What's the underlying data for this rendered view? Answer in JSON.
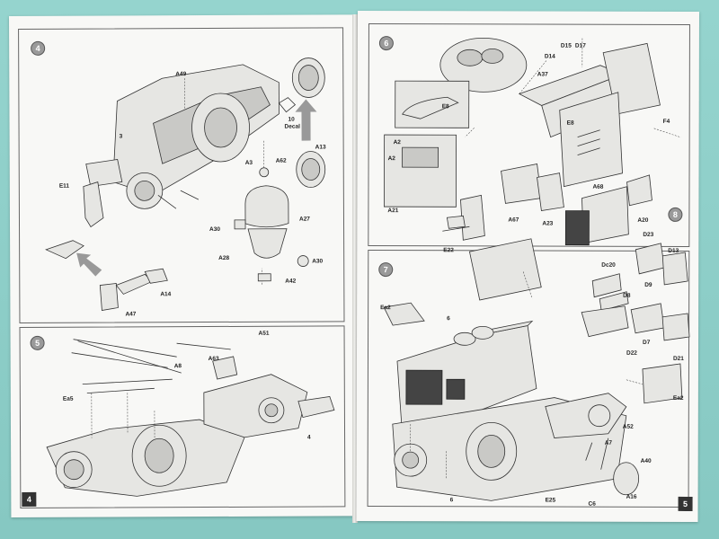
{
  "left_page": {
    "page_number": "4",
    "step_a": {
      "number": "4",
      "callouts": {
        "A49": "A49",
        "c3": "3",
        "c10": "10",
        "decal": "Decal",
        "A13": "A13",
        "E11": "E11",
        "A3": "A3",
        "A62": "A62",
        "A27": "A27",
        "A30a": "A30",
        "A28": "A28",
        "A30b": "A30",
        "A42": "A42",
        "A14": "A14",
        "A47": "A47"
      }
    },
    "step_b": {
      "number": "5",
      "callouts": {
        "A8": "A8",
        "A51": "A51",
        "A63": "A63",
        "Ea5": "Ea5",
        "c4": "4"
      }
    }
  },
  "right_page": {
    "page_number": "5",
    "step_a": {
      "number": "6",
      "callouts": {
        "D14": "D14",
        "D15": "D15",
        "D17": "D17",
        "A37": "A37",
        "E8a": "E8",
        "E8b": "E8",
        "F4": "F4",
        "A2a": "A2",
        "A2b": "A2",
        "A21": "A21",
        "E22": "E22",
        "A67": "A67",
        "A23": "A23",
        "A68": "A68",
        "A20": "A20"
      }
    },
    "step_b": {
      "number": "7",
      "callouts": {
        "Ea2a": "Ea2",
        "c6a": "6",
        "A52": "A52",
        "A7": "A7",
        "A40": "A40",
        "A16": "A16",
        "E25": "E25",
        "C6": "C6",
        "c6b": "6",
        "Ea2b": "Ea2"
      }
    },
    "step_c": {
      "number": "8",
      "callouts": {
        "D23": "D23",
        "Dc20": "Dc20",
        "D13": "D13",
        "D9": "D9",
        "D8": "D8",
        "D7": "D7",
        "D22": "D22",
        "D21": "D21"
      }
    }
  }
}
